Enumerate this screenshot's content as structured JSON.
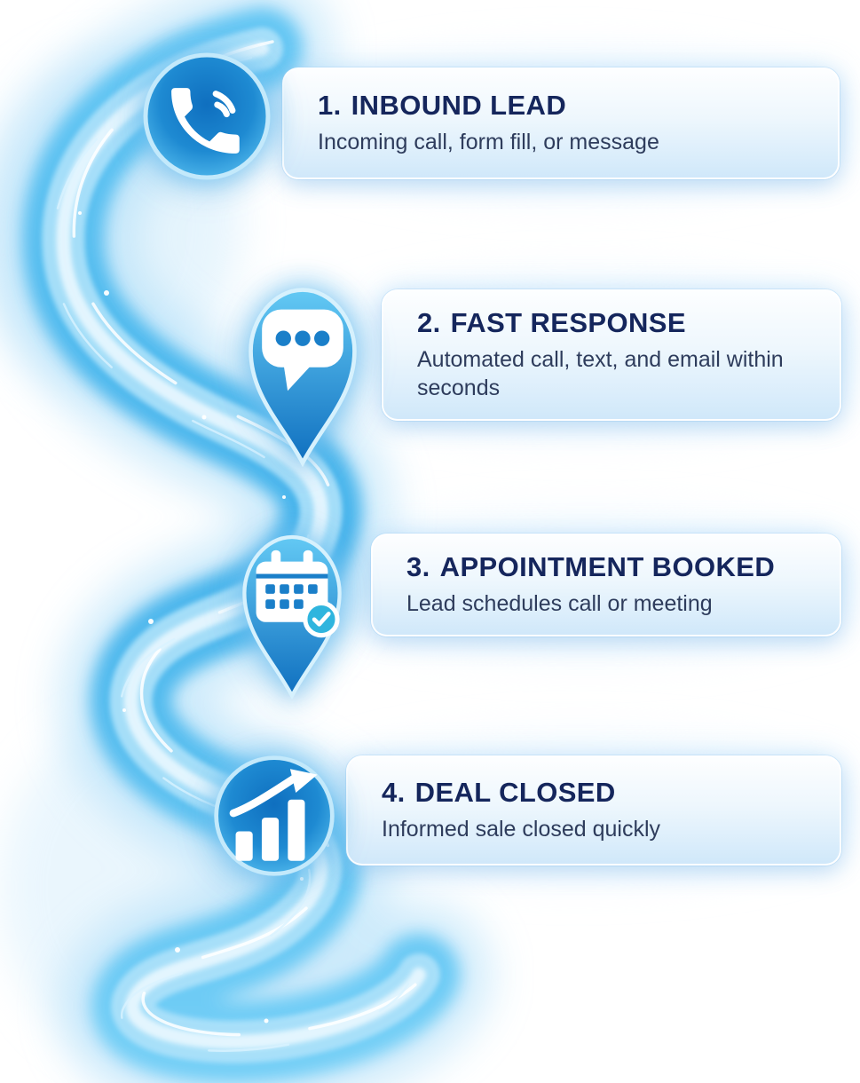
{
  "infographic": {
    "steps": [
      {
        "number": "1.",
        "title": "INBOUND LEAD",
        "description": "Incoming call, form fill, or message",
        "icon": "phone-icon"
      },
      {
        "number": "2.",
        "title": "FAST RESPONSE",
        "description": "Automated call, text, and email within seconds",
        "icon": "chat-bubble-icon"
      },
      {
        "number": "3.",
        "title": "APPOINTMENT BOOKED",
        "description": "Lead schedules call or meeting",
        "icon": "calendar-check-icon"
      },
      {
        "number": "4.",
        "title": "DEAL CLOSED",
        "description": "Informed sale closed quickly",
        "icon": "growth-chart-icon"
      }
    ],
    "palette": {
      "title_color": "#15265c",
      "description_color": "#2e3c5c",
      "flow_light": "#b5e6fb",
      "flow_mid": "#4fb9ee",
      "flow_deep": "#1a7fc9",
      "badge_top": "#63c9f4",
      "badge_bottom": "#0f6fbf",
      "card_bottom": "#d0e8fa"
    }
  }
}
